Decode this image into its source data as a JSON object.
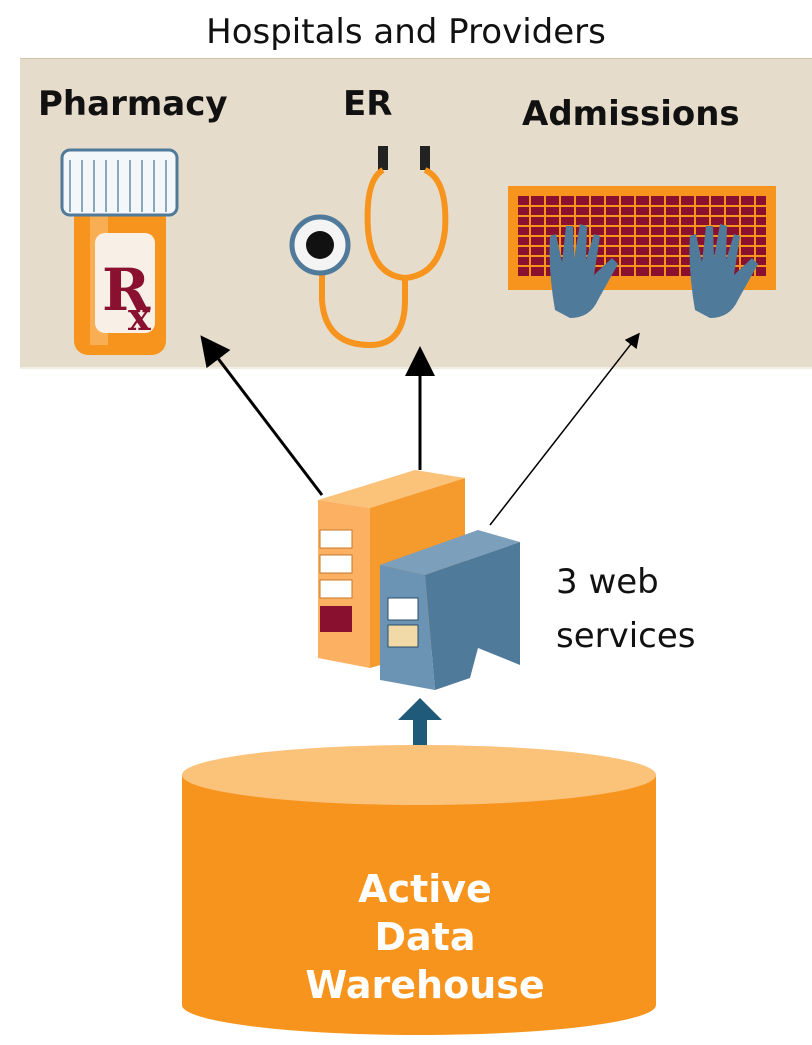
{
  "diagram": {
    "title": "Hospitals and Providers",
    "departments": [
      {
        "label": "Pharmacy",
        "icon": "pill-bottle-icon"
      },
      {
        "label": "ER",
        "icon": "stethoscope-icon"
      },
      {
        "label": "Admissions",
        "icon": "keyboard-hands-icon"
      }
    ],
    "services_label_line1": "3 web",
    "services_label_line2": "services",
    "warehouse_line1": "Active",
    "warehouse_line2": "Data",
    "warehouse_line3": "Warehouse",
    "colors": {
      "orange": "#f7941d",
      "light_orange": "#fbb96b",
      "panel": "#e6dccb",
      "blue": "#4f7a9a",
      "dark_blue": "#1f5a7a",
      "maroon": "#8a1030"
    }
  }
}
